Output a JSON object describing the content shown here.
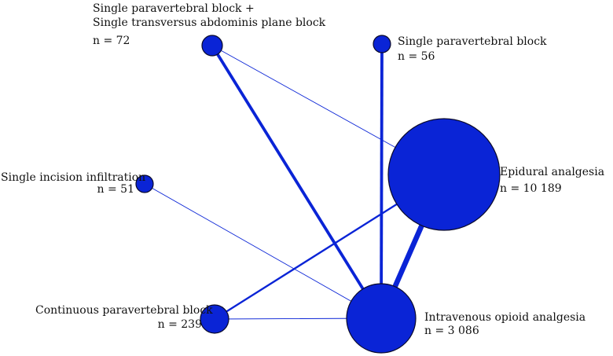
{
  "colors": {
    "node_fill": "#0a24d6",
    "edge": "#0a24d6",
    "outline": "#0a0a2a"
  },
  "nodes": {
    "spvb_stap": {
      "name_line1": "Single paravertebral block +",
      "name_line2": "Single transversus abdominis plane block",
      "n": "n = 72"
    },
    "spvb": {
      "name": "Single paravertebral block",
      "n": "n = 56"
    },
    "epidural": {
      "name": "Epidural analgesia",
      "n": "n = 10 189"
    },
    "sii": {
      "name": "Single incision infiltration",
      "n": "n = 51"
    },
    "cpvb": {
      "name": "Continuous paravertebral block",
      "n": "n = 239"
    },
    "iv": {
      "name": "Intravenous opioid analgesia",
      "n": "n = 3 086"
    }
  },
  "edges": [
    {
      "from": "spvb_stap",
      "to": "iv",
      "weight": 3
    },
    {
      "from": "spvb_stap",
      "to": "epidural",
      "weight": 1
    },
    {
      "from": "spvb",
      "to": "iv",
      "weight": 3
    },
    {
      "from": "sii",
      "to": "iv",
      "weight": 1
    },
    {
      "from": "cpvb",
      "to": "epidural",
      "weight": 2
    },
    {
      "from": "cpvb",
      "to": "iv",
      "weight": 1
    },
    {
      "from": "epidural",
      "to": "iv",
      "weight": 5
    }
  ]
}
